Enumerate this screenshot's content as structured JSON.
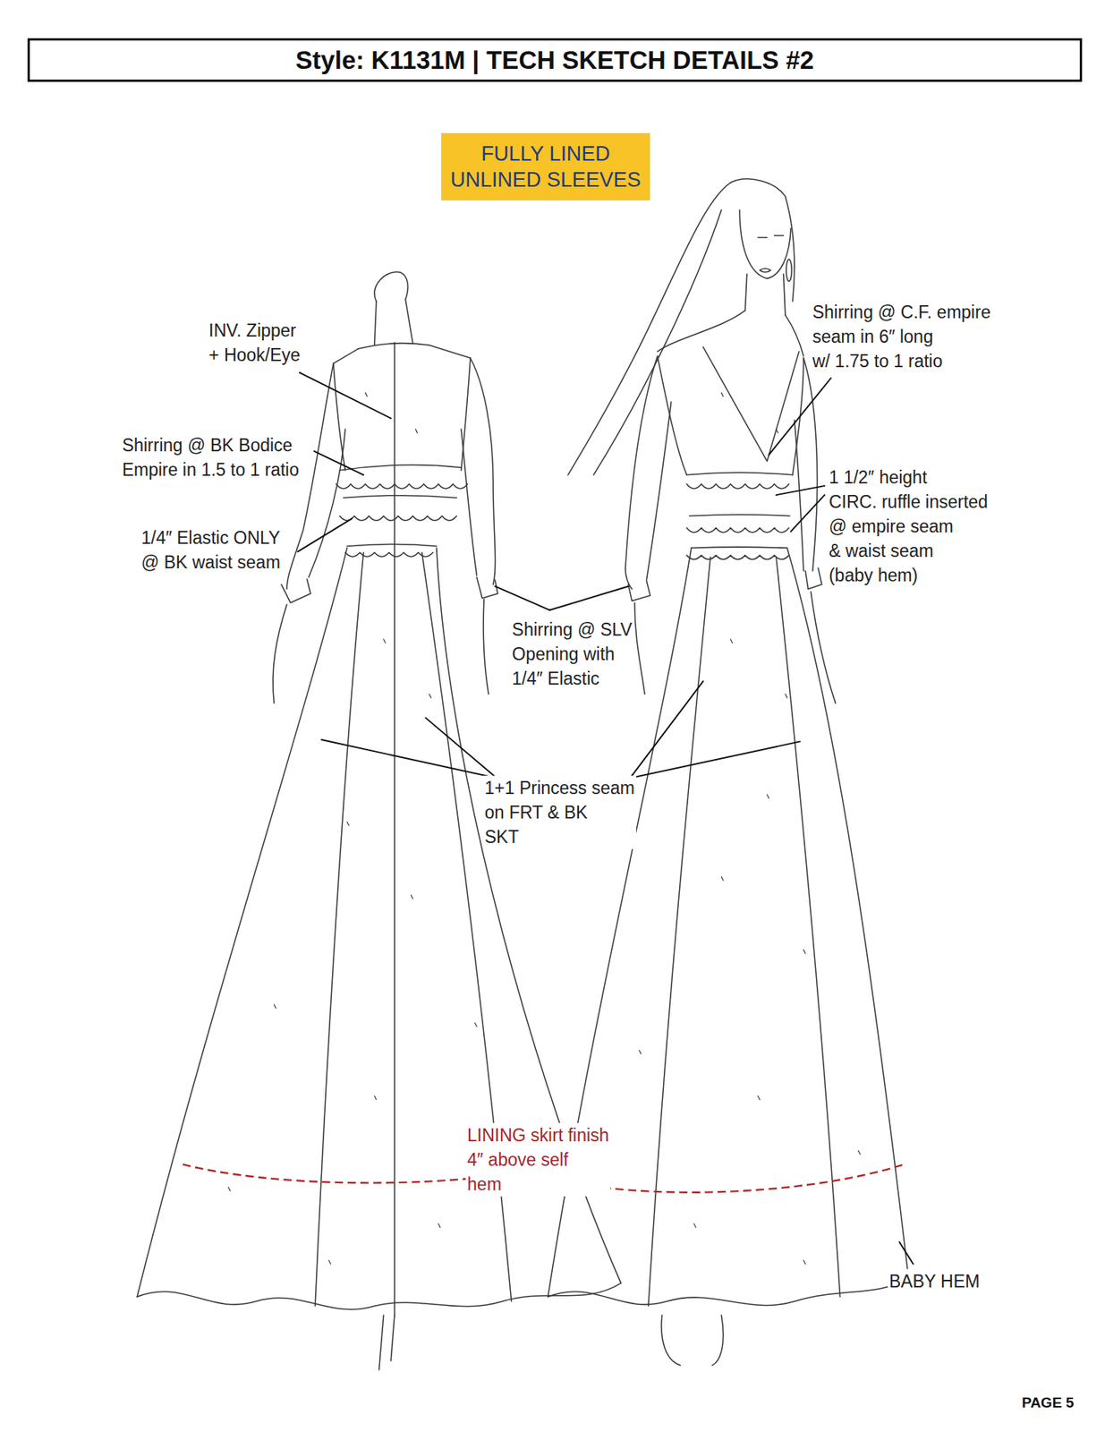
{
  "diagram": {
    "title": "Style: K1131M | TECH SKETCH DETAILS #2",
    "nodes": [
      {
        "text": [
          "FULLY LINED UNLINED SLEEVES"
        ]
      }
    ],
    "labels": [
      "INV. Zipper + Hook/Eye",
      "Shirring @ C.F. empire seam in 6″ long w/ 1.75 to 1 ratio",
      "Shirring @ BK Bodice Empire in 1.5 to 1 ratio",
      "1 1/2″ height CIRC. ruffle inserted @ empire seam & waist seam (baby hem)",
      "1/4″ Elastic ONLY @ BK waist seam",
      "Shirring @ SLV Opening with 1/4″ Elastic",
      "1+1 Princess seam on FRT & BK SKT",
      "LINING skirt finish 4″ above self hem",
      "BABY HEM",
      "PAGE 5"
    ]
  }
}
